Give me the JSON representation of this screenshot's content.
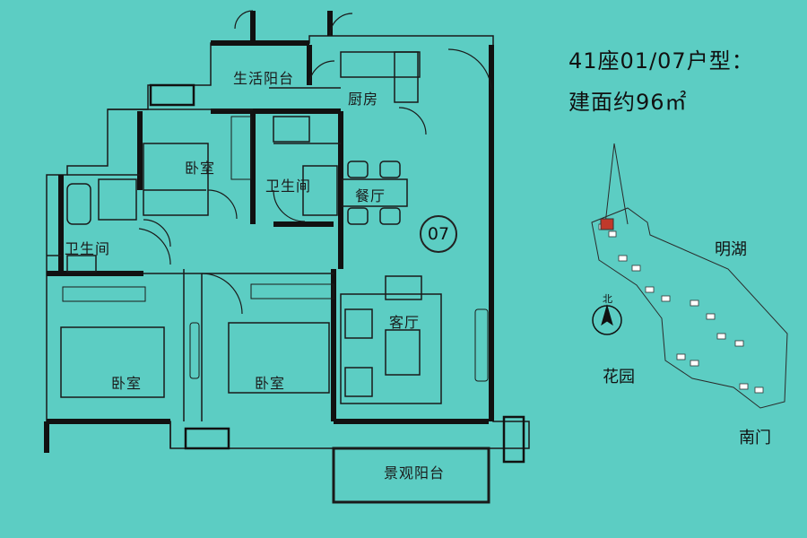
{
  "title": {
    "line1": "41座01/07户型：",
    "line2": "建面约96㎡"
  },
  "unit_number": "07",
  "rooms": {
    "living_balcony": "生活阳台",
    "kitchen": "厨房",
    "bedroom_top": "卧室",
    "bathroom_center": "卫生间",
    "dining": "餐厅",
    "bathroom_left": "卫生间",
    "living_room": "客厅",
    "bedroom_left": "卧室",
    "bedroom_center": "卧室",
    "view_balcony": "景观阳台"
  },
  "site_map": {
    "north": "北",
    "lake": "明湖",
    "garden": "花园",
    "south_gate": "南门"
  },
  "colors": {
    "background": "#5ccdc3",
    "wall": "#111111",
    "line": "#1a1a1a"
  }
}
